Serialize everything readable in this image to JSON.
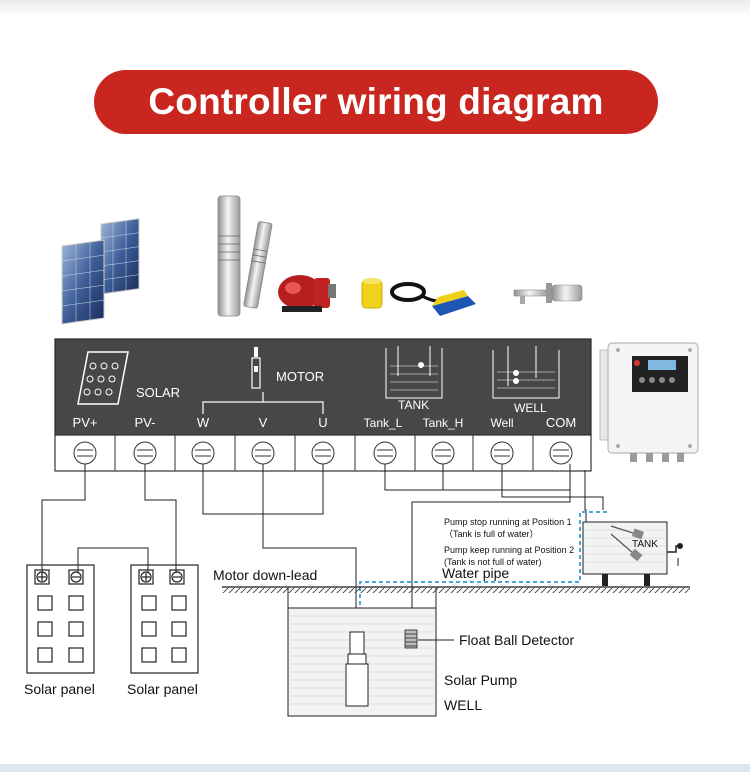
{
  "title": "Controller wiring diagram",
  "panel": {
    "solar_label": "SOLAR",
    "motor_label": "MOTOR",
    "tank_label": "TANK",
    "well_label": "WELL",
    "terminals": [
      "PV+",
      "PV-",
      "W",
      "V",
      "U",
      "Tank_L",
      "Tank_H",
      "Well",
      "COM"
    ]
  },
  "diagram": {
    "motor_down_lead": "Motor down-lead",
    "water_pipe": "Water pipe",
    "float_ball_detector": "Float Ball Detector",
    "solar_pump": "Solar Pump",
    "well": "WELL",
    "solar_panel_1": "Solar panel",
    "solar_panel_2": "Solar panel",
    "tank": "TANK",
    "pump_stop_line1": "Pump stop running at  Position 1",
    "pump_stop_line2": "（Tank is full of water）",
    "pump_keep_line1": "Pump keep running at  Position 2",
    "pump_keep_line2": "(Tank is not full of water)"
  },
  "colors": {
    "title_bg": "#c8261e",
    "panel_bg": "#474747",
    "terminal_bg": "#ffffff",
    "water_pipe": "#4aa8d8"
  }
}
